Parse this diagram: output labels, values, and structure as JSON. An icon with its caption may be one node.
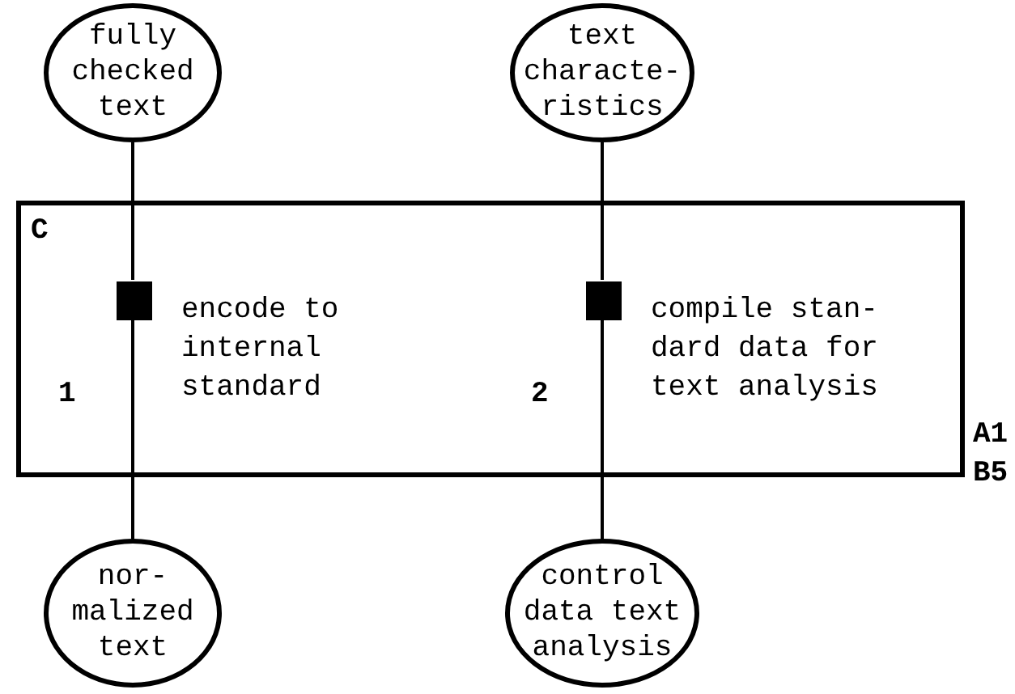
{
  "diagram": {
    "nodes": [
      {
        "text": [
          "fully checked text"
        ]
      },
      {
        "text": [
          "text characte- ristics"
        ]
      },
      {
        "text": [
          "C"
        ],
        "beside": [
          "A1 B5"
        ]
      },
      {
        "text": [],
        "shape": "box",
        "in": 2,
        "beside": [
          "1",
          "encode to internal standard"
        ]
      },
      {
        "text": [],
        "shape": "box",
        "in": 2,
        "beside": [
          "2",
          "compile stan- dard data for text analysis"
        ]
      },
      {
        "text": [
          "nor- malized text"
        ]
      },
      {
        "text": [
          "control data text analysis"
        ]
      }
    ],
    "edges": [
      {
        "from": 0,
        "to": 3,
        "arrow": "none"
      },
      {
        "from": 3,
        "to": 5,
        "arrow": "none"
      },
      {
        "from": 1,
        "to": 4,
        "arrow": "none"
      },
      {
        "from": 4,
        "to": 6,
        "arrow": "none"
      }
    ]
  }
}
